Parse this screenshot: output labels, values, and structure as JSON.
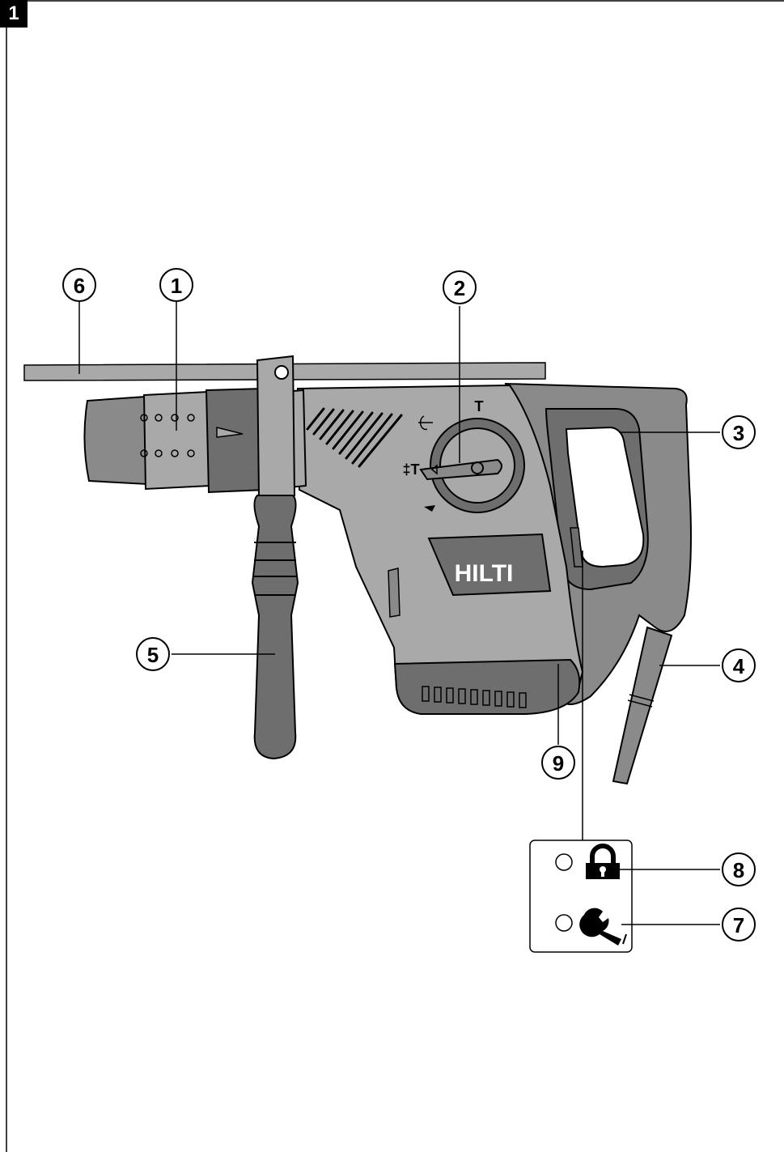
{
  "figure": {
    "number": "1"
  },
  "callouts": [
    {
      "id": "chuck",
      "label": "1"
    },
    {
      "id": "function-selector",
      "label": "2"
    },
    {
      "id": "grip",
      "label": "3"
    },
    {
      "id": "supply-cord",
      "label": "4"
    },
    {
      "id": "side-handle",
      "label": "5"
    },
    {
      "id": "depth-gauge",
      "label": "6"
    },
    {
      "id": "service-indicator",
      "label": "7"
    },
    {
      "id": "theft-protection-indicator",
      "label": "8"
    },
    {
      "id": "control-switch",
      "label": "9"
    }
  ],
  "tool": {
    "brand": "HILTI",
    "selector_marks": [
      "T",
      "‡T"
    ]
  },
  "icons": [
    "padlock-icon",
    "wrench-icon"
  ],
  "colors": {
    "housing_light": "#a9a9a9",
    "housing_mid": "#8a8a8a",
    "housing_dark": "#6e6e6e",
    "outline": "#000000",
    "frame": "#000000"
  }
}
